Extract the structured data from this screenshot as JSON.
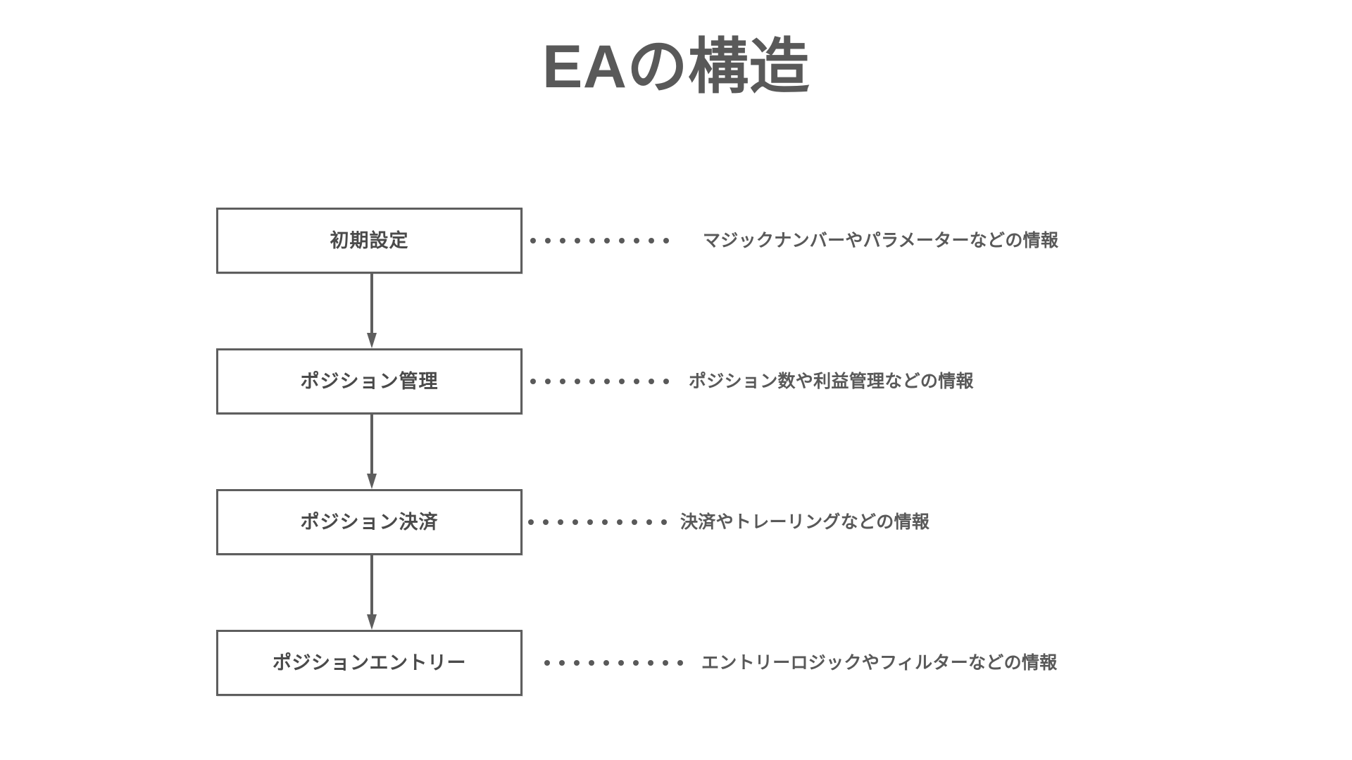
{
  "slide": {
    "title": "EAの構造",
    "background_color": "#ffffff",
    "line_color": "#5e5e5e",
    "text_color": "#595959"
  },
  "flow": {
    "type": "vertical-flowchart",
    "leader_dot_count": 10,
    "steps": [
      {
        "label": "初期設定",
        "annotation": "マジックナンバーやパラメーターなどの情報",
        "arrow_to_next": true
      },
      {
        "label": "ポジション管理",
        "annotation": "ポジション数や利益管理などの情報",
        "arrow_to_next": true
      },
      {
        "label": "ポジション決済",
        "annotation": "決済やトレーリングなどの情報",
        "arrow_to_next": true
      },
      {
        "label": "ポジションエントリー",
        "annotation": "エントリーロジックやフィルターなどの情報",
        "arrow_to_next": false
      }
    ]
  }
}
